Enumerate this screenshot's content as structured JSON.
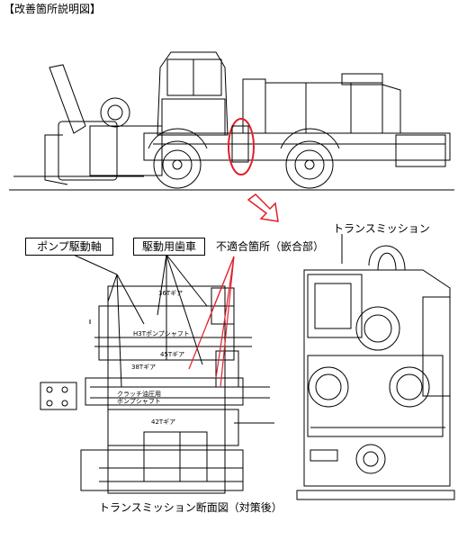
{
  "header": {
    "title": "【改善箇所説明図】"
  },
  "labels": {
    "pump_shaft": "ポンプ駆動軸",
    "drive_gear": "駆動用歯車",
    "nonconforming": "不適合箇所（嵌合部）",
    "transmission": "トランスミッション",
    "caption": "トランスミッション断面図（対策後）"
  },
  "section_parts": {
    "gear_36t": "36Tギア",
    "h3t_pump_shaft": "H3Tポンプシャフト",
    "gear_45t": "45Tギア",
    "gear_38t": "38Tギア",
    "clutch_pump_shaft": "クラッチ油圧用\nポンプシャフト",
    "gear_42t": "42Tギア"
  },
  "colors": {
    "highlight": "#e0202a",
    "line": "#000000"
  }
}
